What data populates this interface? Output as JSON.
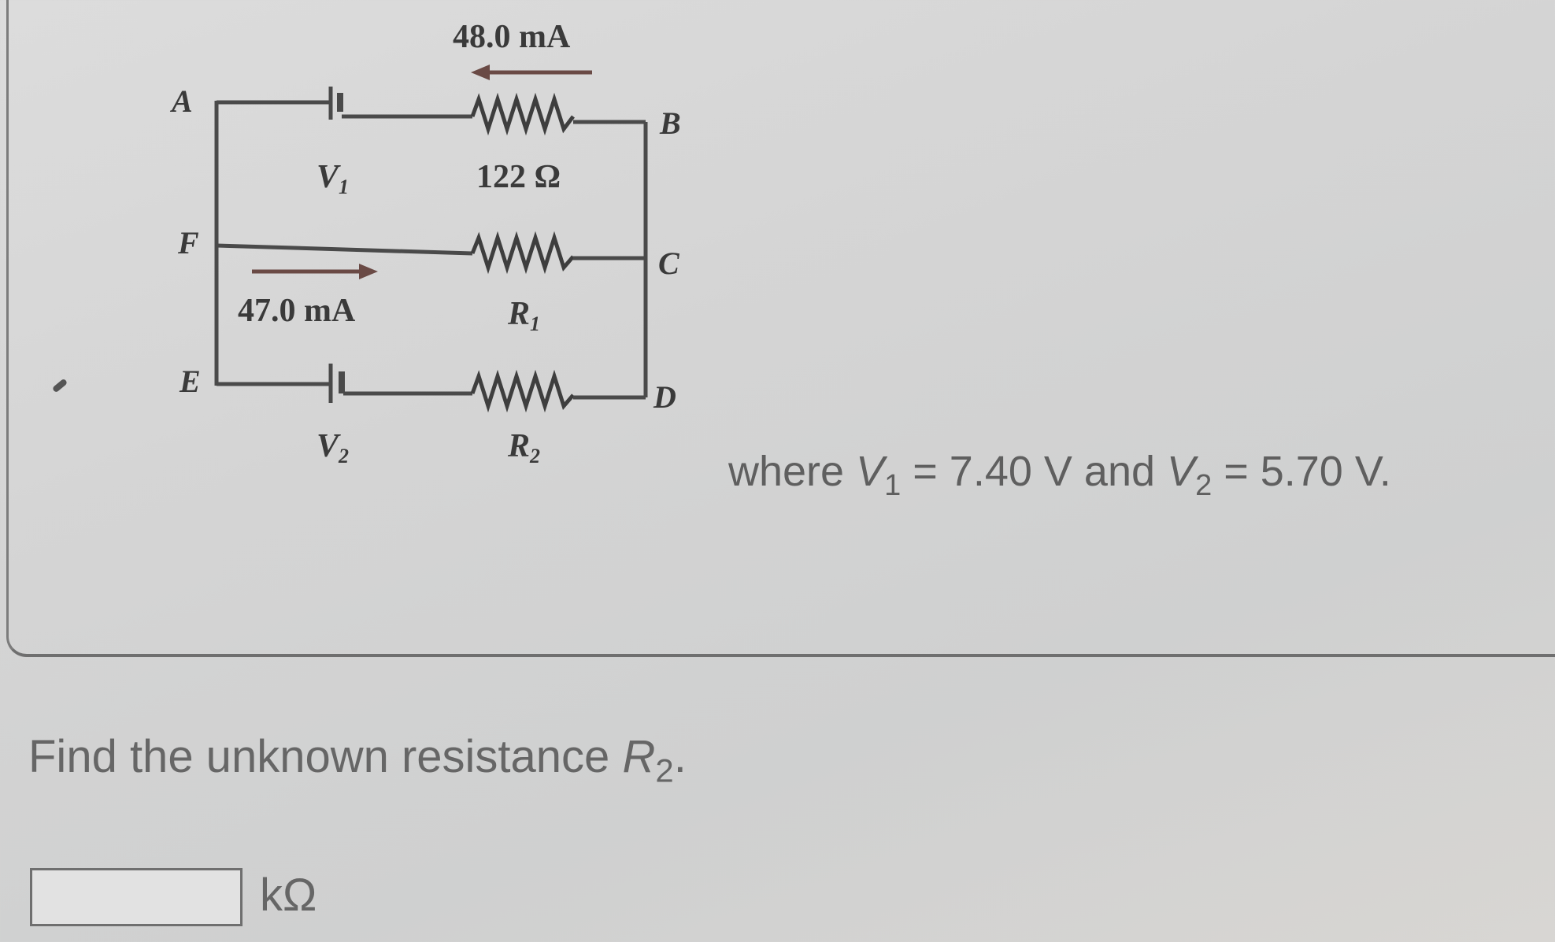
{
  "circuit": {
    "node_labels": {
      "a": "A",
      "b": "B",
      "c": "C",
      "d": "D",
      "e": "E",
      "f": "F"
    },
    "top_current": "48.0 mA",
    "middle_current": "47.0 mA",
    "top_resistor": "122 Ω",
    "battery1": {
      "letter": "V",
      "subscript": "1"
    },
    "battery2": {
      "letter": "V",
      "subscript": "2"
    },
    "resistor1": {
      "letter": "R",
      "subscript": "1"
    },
    "resistor2": {
      "letter": "R",
      "subscript": "2"
    }
  },
  "given": {
    "prefix": "where ",
    "v1_letter": "V",
    "v1_sub": "1",
    "v1_value": " = 7.40 V and ",
    "v2_letter": "V",
    "v2_sub": "2",
    "v2_value": " = 5.70 V."
  },
  "question": {
    "prefix": "Find the unknown resistance ",
    "r_letter": "R",
    "r_sub": "2",
    "suffix": "."
  },
  "answer": {
    "value": "",
    "unit": "kΩ"
  }
}
